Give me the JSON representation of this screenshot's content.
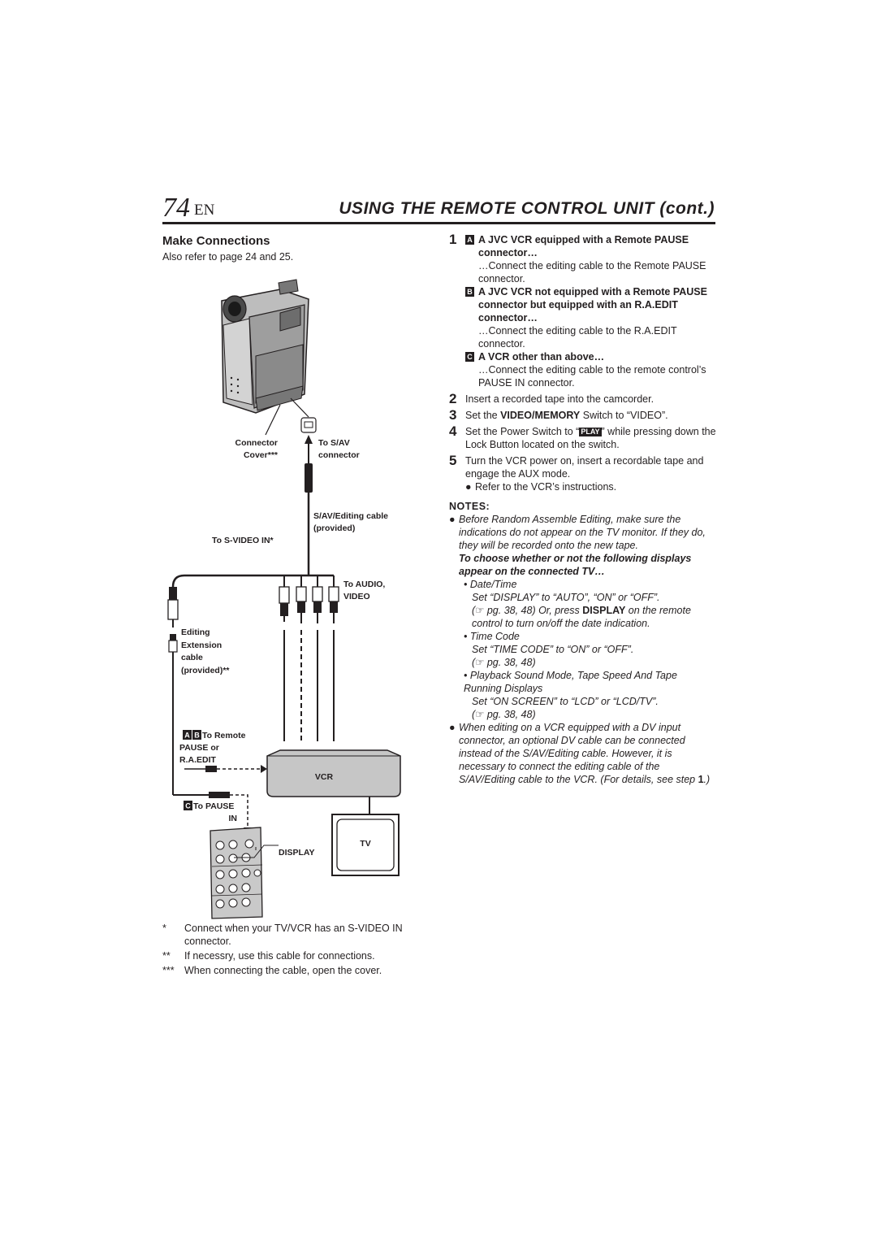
{
  "header": {
    "page_number": "74",
    "lang": "EN",
    "title": "USING THE REMOTE CONTROL UNIT (cont.)"
  },
  "left": {
    "section_title": "Make Connections",
    "also_refer": "Also refer to page 24 and 25.",
    "diagram": {
      "connector_cover_l1": "Connector",
      "connector_cover_l2": "Cover***",
      "to_sav_l1": "To S/AV",
      "to_sav_l2": "connector",
      "sav_cable_l1": "S/AV/Editing cable",
      "sav_cable_l2": "(provided)",
      "to_svideo": "To S-VIDEO IN*",
      "to_audio_l1": "To AUDIO,",
      "to_audio_l2": "VIDEO",
      "ext_l1": "Editing",
      "ext_l2": "Extension",
      "ext_l3": "cable",
      "ext_l4": "(provided)**",
      "box_a": "A",
      "box_b": "B",
      "box_c": "C",
      "remote_l1": "To Remote",
      "remote_l2": "PAUSE or",
      "remote_l3": "R.A.EDIT",
      "vcr": "VCR",
      "pause_l1": "To PAUSE",
      "pause_l2": "IN",
      "tv": "TV",
      "display": "DISPLAY"
    },
    "footnotes": [
      {
        "mark": "*",
        "text": "Connect when your TV/VCR has an S-VIDEO IN connector."
      },
      {
        "mark": "**",
        "text": "If necessry, use this cable for connections."
      },
      {
        "mark": "***",
        "text": "When connecting the cable, open the cover."
      }
    ]
  },
  "right": {
    "step1": {
      "num": "1",
      "a_box": "A",
      "a_head": "A JVC VCR equipped with a Remote PAUSE connector…",
      "a_text": "…Connect the editing cable to the Remote PAUSE connector.",
      "b_box": "B",
      "b_head": "A JVC VCR not equipped with a Remote PAUSE connector but equipped with an R.A.EDIT connector…",
      "b_text": "…Connect the editing cable to the R.A.EDIT connector.",
      "c_box": "C",
      "c_head": "A VCR other than above…",
      "c_text": "…Connect the editing cable to the remote control’s PAUSE IN connector."
    },
    "step2": {
      "num": "2",
      "text": "Insert a recorded tape into the camcorder."
    },
    "step3": {
      "num": "3",
      "pre": "Set the ",
      "bold": "VIDEO/MEMORY",
      "post": " Switch to “VIDEO”."
    },
    "step4": {
      "num": "4",
      "pre": "Set the Power Switch to “",
      "icon": "PLAY",
      "post": "” while pressing down the Lock Button located on the switch."
    },
    "step5": {
      "num": "5",
      "text": "Turn the VCR power on, insert a recordable tape and engage the AUX mode.",
      "bullet": "Refer to the VCR’s instructions."
    },
    "notes_heading": "NOTES:",
    "note1": "Before Random Assemble Editing, make sure the indications do not appear on the TV monitor. If they do, they will be recorded onto the new tape.",
    "note1_bold": "To choose whether or not the following displays appear on the connected TV…",
    "date_time": "Date/Time",
    "date_time_set": "Set “DISPLAY” to “AUTO”, “ON” or “OFF”.",
    "date_time_ref_a": "(☞ pg. 38, 48) Or, press ",
    "date_time_ref_b": "DISPLAY",
    "date_time_ref_c": " on the remote control to turn on/off the date indication.",
    "time_code": "Time Code",
    "time_code_set": "Set “TIME CODE” to “ON” or “OFF”.",
    "time_code_ref": "(☞ pg. 38, 48)",
    "playback": "Playback Sound Mode, Tape Speed And Tape Running Displays",
    "playback_set": "Set “ON SCREEN” to “LCD” or “LCD/TV”.",
    "playback_ref": "(☞ pg. 38, 48)",
    "note2_a": "When editing on a VCR equipped with a DV input connector, an optional DV cable can be connected instead of the S/AV/Editing cable. However, it is necessary to connect the editing cable of the S/AV/Editing cable to the VCR. (For details, see step ",
    "note2_b": "1",
    "note2_c": ".)"
  }
}
